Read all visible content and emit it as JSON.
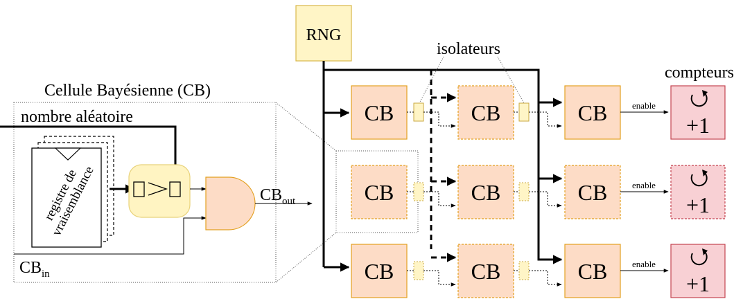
{
  "labels": {
    "rng": "RNG",
    "isolators": "isolateurs",
    "counters": "compteurs",
    "cell_title": "Cellule Bayésienne (CB)",
    "random_number": "nombre aléatoire",
    "register_line1": "registre de",
    "register_line2": "vraisemblance",
    "cb": "CB",
    "cb_out_main": "CB",
    "cb_out_sub": "out",
    "cb_in_main": "CB",
    "cb_in_sub": "in",
    "enable": "enable",
    "plus_one": "+1"
  },
  "colors": {
    "cb_fill": "#fddcc6",
    "cb_stroke": "#e3a020",
    "rng_fill": "#fff5c6",
    "rng_stroke": "#d9b84a",
    "counter_fill": "#f8d0d4",
    "counter_stroke": "#c44450",
    "comparator_fill": "#fff4c2"
  }
}
